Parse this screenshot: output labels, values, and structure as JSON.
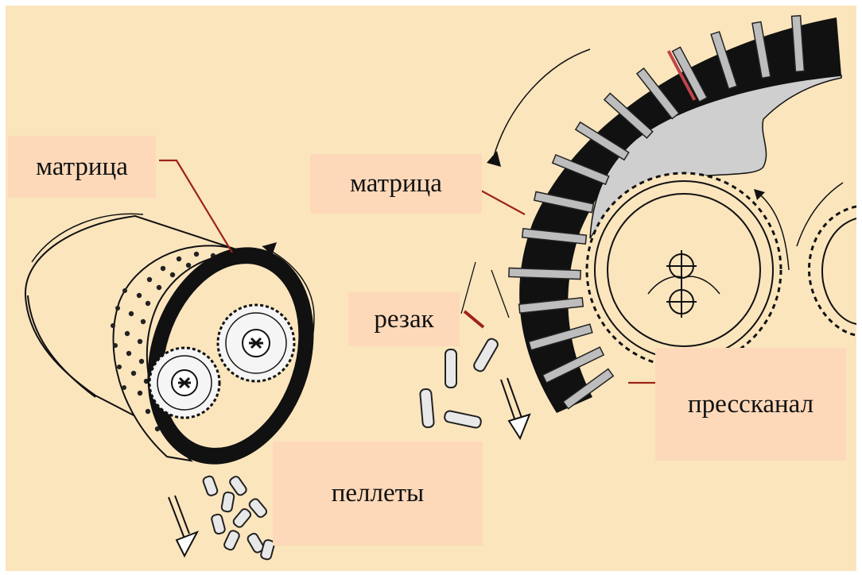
{
  "labels": {
    "matrix_left": "матрица",
    "matrix_right": "матрица",
    "cutter": "резак",
    "press_channel": "прессканал",
    "pellets": "пеллеты"
  },
  "colors": {
    "background": "#fbe5bd",
    "label_box": "#fdd9b9",
    "leader_line": "#9c2418",
    "ink": "#111111",
    "channel_fill": "#b9b9b9"
  }
}
